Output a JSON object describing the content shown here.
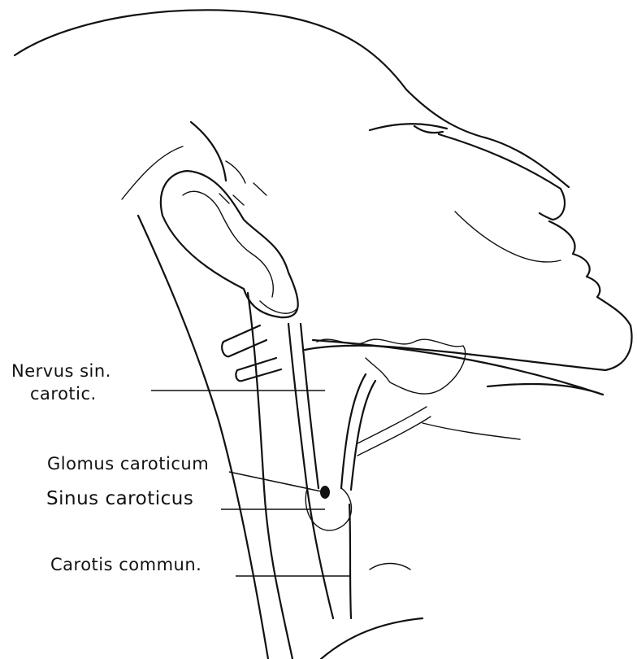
{
  "labels": {
    "nervus_line1": "Nervus sin.",
    "nervus_line2": "carotic.",
    "glomus": "Glomus caroticum",
    "sinus": "Sinus caroticus",
    "carotis": "Carotis commun."
  },
  "colors": {
    "ink": "#111111",
    "paper": "#ffffff"
  }
}
